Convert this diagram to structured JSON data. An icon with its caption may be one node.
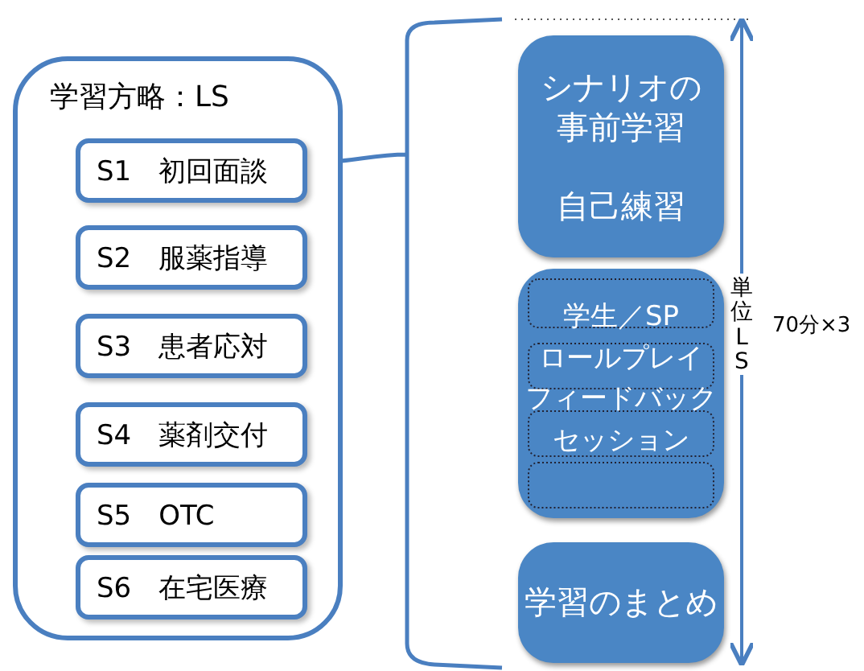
{
  "diagram": {
    "nodes": [
      {
        "text": [
          "学習方略：LS"
        ]
      },
      {
        "text": [
          "S1　初回面談"
        ],
        "in": 0
      },
      {
        "text": [
          "S2　服薬指導"
        ],
        "in": 0
      },
      {
        "text": [
          "S3　患者応対"
        ],
        "in": 0
      },
      {
        "text": [
          "S4　薬剤交付"
        ],
        "in": 0
      },
      {
        "text": [
          "S5　OTC"
        ],
        "in": 0
      },
      {
        "text": [
          "S6　在宅医療"
        ],
        "in": 0
      },
      {
        "text": [
          "シナリオの事前学習",
          "自己練習"
        ]
      },
      {
        "text": [
          "学生／SP",
          "ロールプレイ",
          "フィードバック",
          "セッション"
        ]
      },
      {
        "text": [
          "学習のまとめ"
        ]
      }
    ],
    "edges": [],
    "labels": [
      "単位LS",
      "70分×3"
    ]
  }
}
